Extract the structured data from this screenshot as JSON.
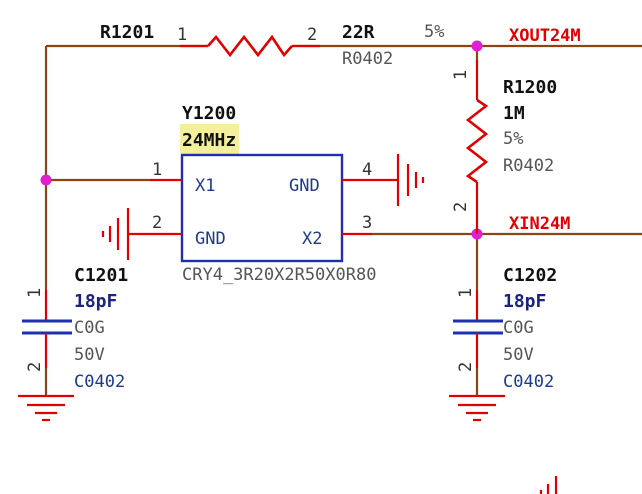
{
  "colors": {
    "wire": "#8b4513",
    "pin": "#e00000",
    "component_body": "#1e2fb0",
    "junction": "#e020d0",
    "net_label": "#e00000",
    "highlight": "#f4ef9a"
  },
  "r1201": {
    "ref": "R1201",
    "pin1": "1",
    "pin2": "2",
    "value": "22R",
    "tolerance": "5%",
    "footprint": "R0402"
  },
  "r1200": {
    "ref": "R1200",
    "pin1": "1",
    "pin2": "2",
    "value": "1M",
    "tolerance": "5%",
    "footprint": "R0402"
  },
  "y1200": {
    "ref": "Y1200",
    "value_highlight": "24MH",
    "value_rest": "z",
    "footprint": "CRY4_3R20X2R50X0R80",
    "pins": {
      "x1_num": "1",
      "x1_name": "X1",
      "gnd2_num": "2",
      "gnd2_name": "GND",
      "x2_num": "3",
      "x2_name": "X2",
      "gnd4_num": "4",
      "gnd4_name": "GND"
    }
  },
  "c1201": {
    "ref": "C1201",
    "value": "18pF",
    "dielectric": "C0G",
    "voltage": "50V",
    "footprint": "C0402",
    "pin1": "1",
    "pin2": "2"
  },
  "c1202": {
    "ref": "C1202",
    "value": "18pF",
    "dielectric": "C0G",
    "voltage": "50V",
    "footprint": "C0402",
    "pin1": "1",
    "pin2": "2"
  },
  "nets": {
    "xout": "XOUT24M",
    "xin": "XIN24M"
  }
}
